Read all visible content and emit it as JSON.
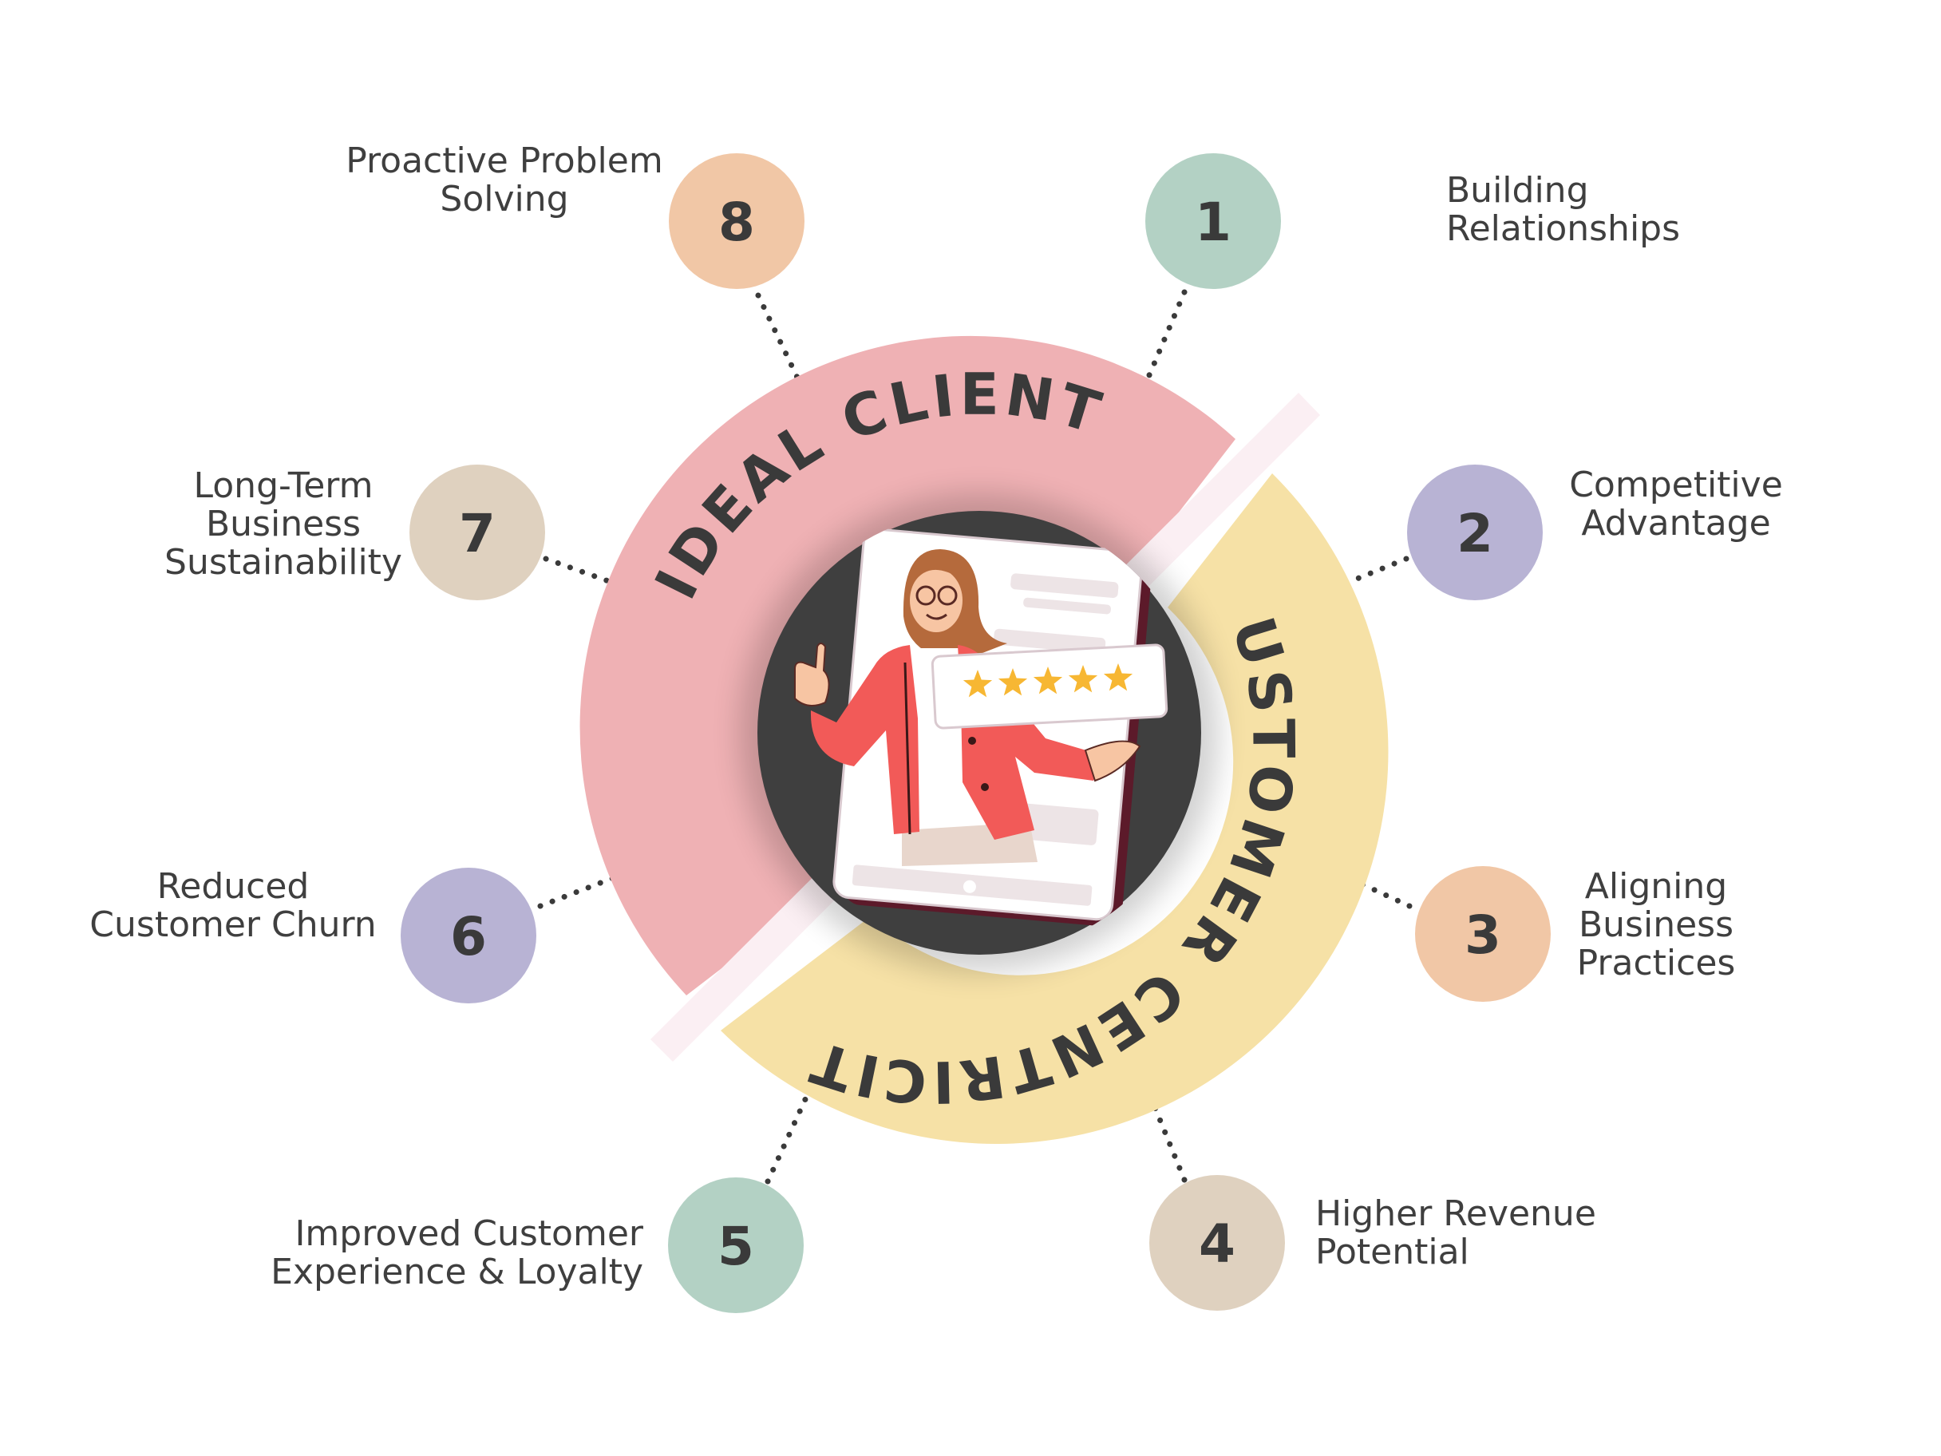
{
  "arc_labels": {
    "ideal_client": "IDEAL CLIENT",
    "customer_centricity": "CUSTOMER CENTRICITY"
  },
  "colors": {
    "ideal_client_ring": "#efb1b4",
    "customer_centricity_ring": "#f6e1a6",
    "divider": "#fbeff3",
    "center_disc": "#3f3f3f",
    "phone_frame": "#5c1a2a",
    "jacket": "#f25a58",
    "stars": "#f7b733"
  },
  "items": [
    {
      "number": "1",
      "lines": [
        "Building",
        "Relationships"
      ],
      "color": "#b3d1c4"
    },
    {
      "number": "2",
      "lines": [
        "Competitive",
        "Advantage"
      ],
      "color": "#b8b3d4"
    },
    {
      "number": "3",
      "lines": [
        "Aligning",
        "Business",
        "Practices"
      ],
      "color": "#f1c7a6"
    },
    {
      "number": "4",
      "lines": [
        "Higher Revenue",
        "Potential"
      ],
      "color": "#dfd1bf"
    },
    {
      "number": "5",
      "lines": [
        "Improved Customer",
        "Experience & Loyalty"
      ],
      "color": "#b3d1c4"
    },
    {
      "number": "6",
      "lines": [
        "Reduced",
        "Customer Churn"
      ],
      "color": "#b8b3d4"
    },
    {
      "number": "7",
      "lines": [
        "Long-Term",
        "Business",
        "Sustainability"
      ],
      "color": "#dfd1bf"
    },
    {
      "number": "8",
      "lines": [
        "Proactive Problem",
        "Solving"
      ],
      "color": "#f1c7a6"
    }
  ],
  "center_icon": "woman-with-phone-rating-illustration",
  "rating_stars": 5
}
